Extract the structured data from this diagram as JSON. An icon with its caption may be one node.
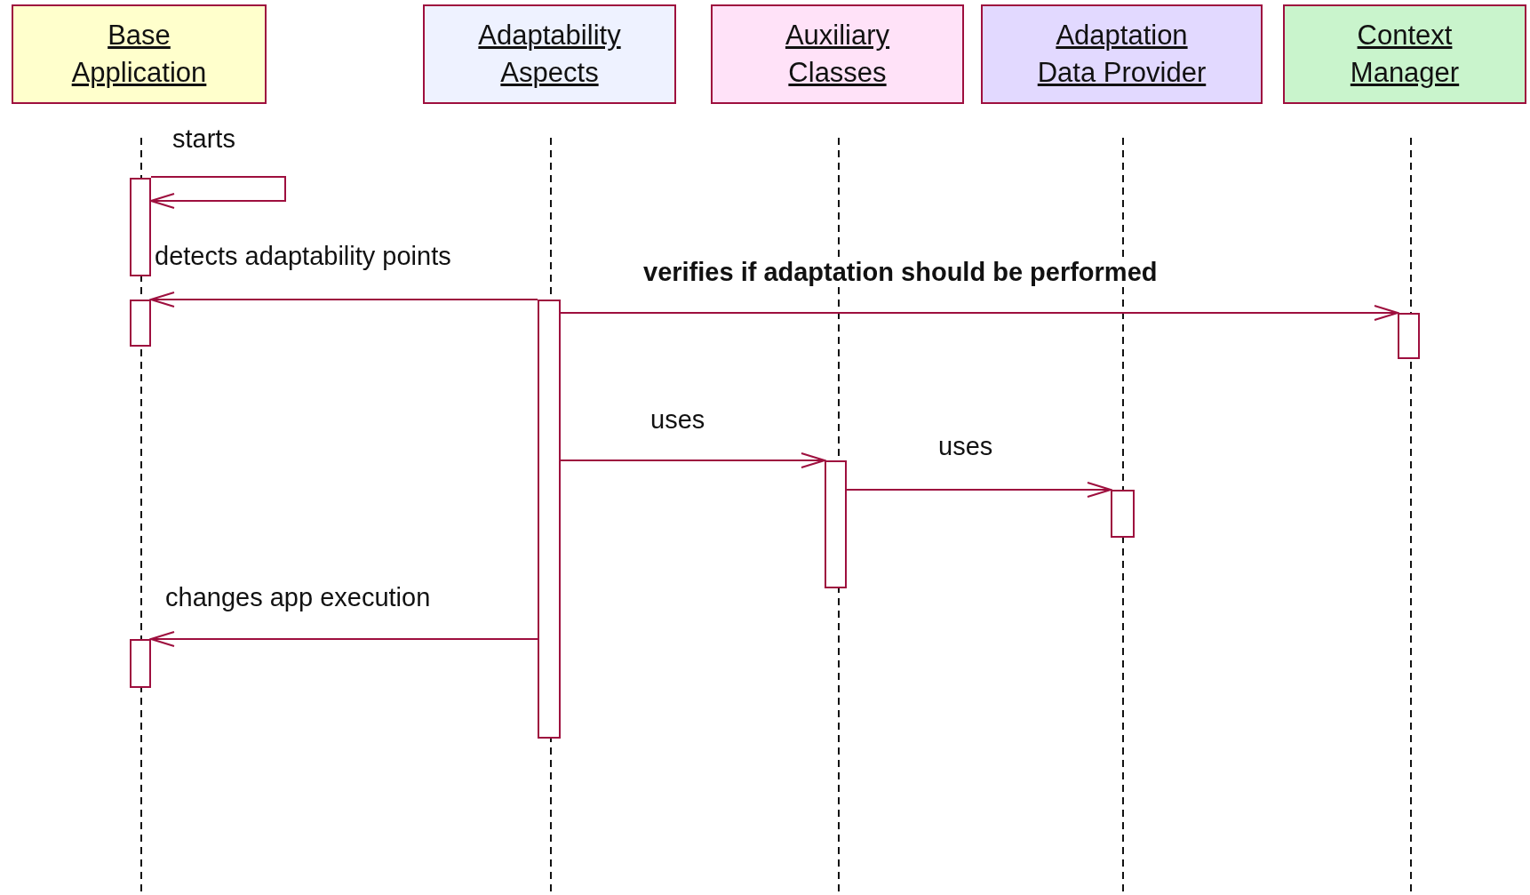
{
  "diagram": {
    "nodes": [
      {
        "text": [
          "Base Application"
        ]
      },
      {
        "text": [
          "Adaptability Aspects"
        ]
      },
      {
        "text": [
          "Auxiliary Classes"
        ]
      },
      {
        "text": [
          "Adaptation Data Provider"
        ]
      },
      {
        "text": [
          "Context Manager"
        ]
      },
      {
        "text": [],
        "shape": "bar"
      },
      {
        "text": [],
        "shape": "bar"
      },
      {
        "text": [],
        "shape": "bar"
      },
      {
        "text": [],
        "shape": "bar"
      },
      {
        "text": [],
        "shape": "bar"
      },
      {
        "text": [],
        "shape": "bar"
      },
      {
        "text": [],
        "shape": "bar"
      }
    ],
    "edges": [
      {
        "from": 5,
        "to": 5,
        "arrow": "to",
        "label": "starts"
      },
      {
        "from": 7,
        "to": 6,
        "arrow": "to",
        "label": "detects adaptability points"
      },
      {
        "from": 7,
        "to": 8,
        "arrow": "to",
        "label": "verifies if adaptation should be performed"
      },
      {
        "from": 7,
        "to": 9,
        "arrow": "to",
        "label": "uses"
      },
      {
        "from": 9,
        "to": 10,
        "arrow": "to",
        "label": "uses"
      },
      {
        "from": 7,
        "to": 11,
        "arrow": "to",
        "label": "changes app execution"
      }
    ]
  }
}
